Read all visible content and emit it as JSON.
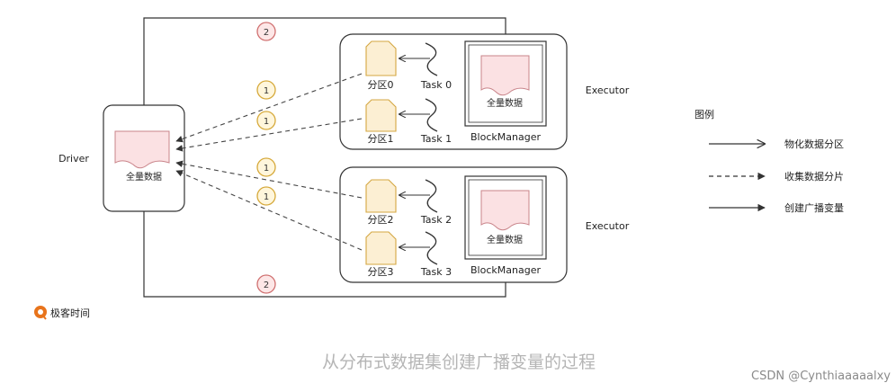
{
  "driver": {
    "label": "Driver",
    "data_label": "全量数据"
  },
  "executors": [
    {
      "label": "Executor",
      "blockmanager_label": "BlockManager",
      "data_label": "全量数据",
      "partitions": [
        {
          "label": "分区0",
          "task": "Task 0"
        },
        {
          "label": "分区1",
          "task": "Task 1"
        }
      ]
    },
    {
      "label": "Executor",
      "blockmanager_label": "BlockManager",
      "data_label": "全量数据",
      "partitions": [
        {
          "label": "分区2",
          "task": "Task 2"
        },
        {
          "label": "分区3",
          "task": "Task 3"
        }
      ]
    }
  ],
  "steps": {
    "collect": "1",
    "broadcast": "2"
  },
  "legend": {
    "title": "图例",
    "items": [
      {
        "style": "solid-open",
        "label": "物化数据分区"
      },
      {
        "style": "dashed",
        "label": "收集数据分片"
      },
      {
        "style": "solid",
        "label": "创建广播变量"
      }
    ]
  },
  "brand": {
    "label": "极客时间"
  },
  "caption": "从分布式数据集创建广播变量的过程",
  "watermark": "CSDN @Cynthiaaaaalxy",
  "colors": {
    "doc_fill": "#fbe1e3",
    "doc_stroke": "#c9848a",
    "partition_fill": "#fcefd3",
    "partition_stroke": "#d4a742",
    "step1_stroke": "#d6a93a",
    "step1_fill": "#fff6dc",
    "step2_stroke": "#d07070",
    "step2_fill": "#fde7e7",
    "brand": "#e8741c"
  }
}
